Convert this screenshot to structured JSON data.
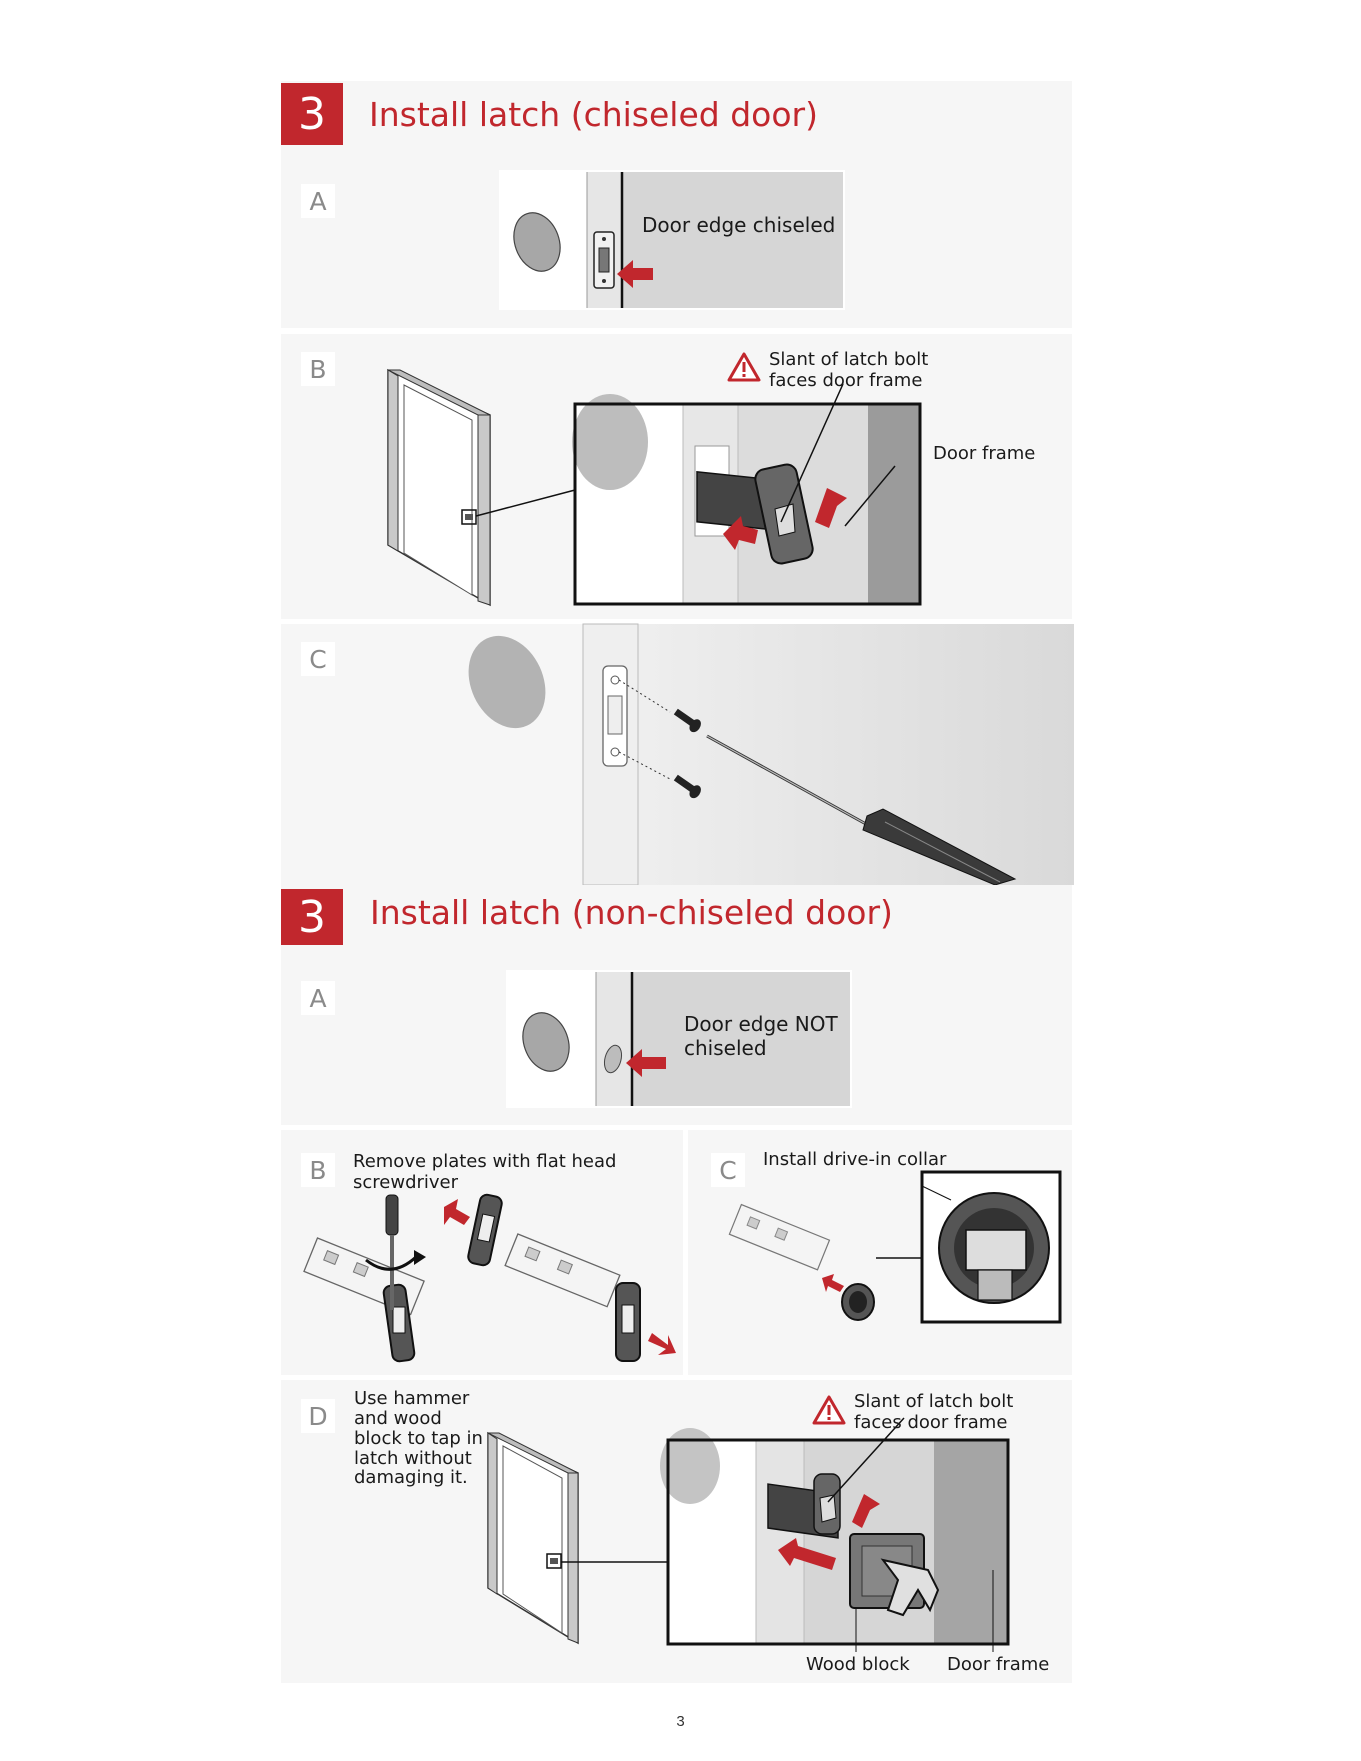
{
  "section1": {
    "step_number": "3",
    "title": "Install latch (chiseled door)",
    "a": {
      "letter": "A",
      "label": "Door edge chiseled"
    },
    "b": {
      "letter": "B",
      "warning_line1": "Slant of latch bolt",
      "warning_line2": "faces door frame",
      "door_frame": "Door frame"
    },
    "c": {
      "letter": "C"
    }
  },
  "section2": {
    "step_number": "3",
    "title": "Install latch (non-chiseled door)",
    "a": {
      "letter": "A",
      "label_line1": "Door edge NOT",
      "label_line2": "chiseled"
    },
    "b": {
      "letter": "B",
      "line1": "Remove plates with flat head",
      "line2": "screwdriver"
    },
    "c": {
      "letter": "C",
      "label": "Install drive-in collar"
    },
    "d": {
      "letter": "D",
      "instructions": [
        "Use hammer",
        "and wood",
        "block to tap in",
        "latch without",
        "damaging it."
      ],
      "warning_line1": "Slant of latch bolt",
      "warning_line2": "faces door frame",
      "wood_block": "Wood block",
      "door_frame": "Door frame"
    }
  },
  "page_number": "3",
  "colors": {
    "accent": "#c1272d",
    "panel": "#f6f6f6"
  },
  "icons": [
    "warning-icon",
    "arrow-icon"
  ]
}
